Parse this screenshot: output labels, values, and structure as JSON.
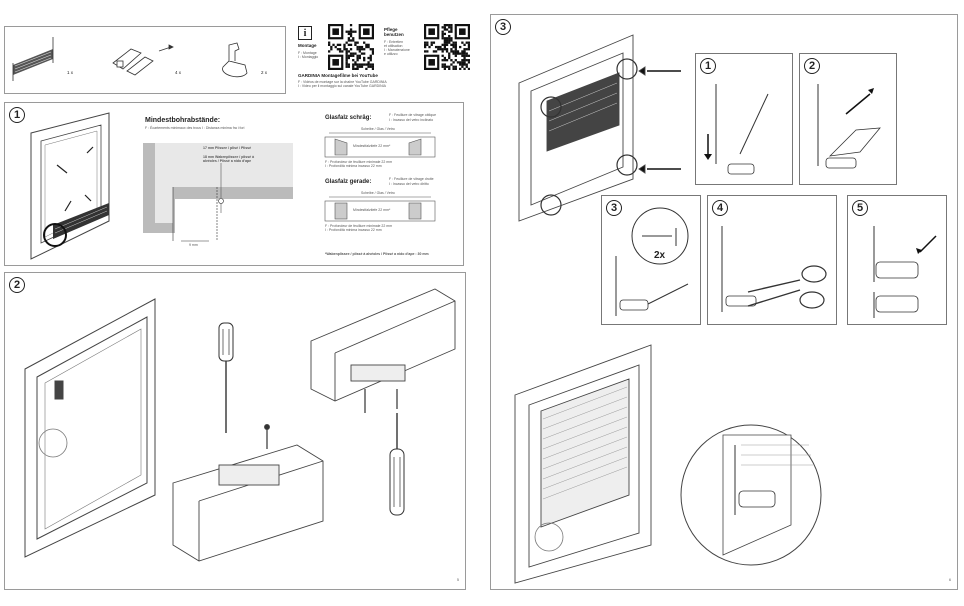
{
  "parts": {
    "blind_qty": "1 x",
    "clip_qty": "4 x",
    "bracket_qty": "2 x"
  },
  "info_block": {
    "montage_title": "Montage",
    "montage_lines": [
      "F : Montage",
      "I : Montaggio"
    ],
    "pflege_title": "Pflege",
    "pflege_title2": "benutzen",
    "pflege_lines": [
      "F : Entretien",
      "et utilisation",
      "I : Manutenzione",
      "e utilizzo"
    ],
    "youtube_title": "GARDINIA Montagefilme bei YouTube",
    "youtube_lines": [
      "F : Vidéos de montage sur la chaîne YouTube GARDINIA",
      "I : Video per il montaggio sul canale YouTube GARDINIA"
    ]
  },
  "step1": {
    "number": "1",
    "heading": "Mindestbohrabstände:",
    "heading_sub": "F : Écartements minimaux des trous   I : Distanza minima fra i fori",
    "note_a": "17 mm Plissee / plisé / Plissé",
    "note_b": "18 mm Wabenplissee / plissé à alvéoles / Plissé a nido d'ape",
    "dim_label": "9 mm",
    "glass_slanted_title": "Glasfalz schräg:",
    "glass_slanted_sub": [
      "F : Feuillure de vitrage oblique",
      "I : Incasso del vetro inclinato"
    ],
    "glass_straight_title": "Glasfalz gerade:",
    "glass_straight_sub": [
      "F : Feuillure de vitrage droite",
      "I : Incasso del vetro diritto"
    ],
    "box_label": "Scheibe / Glas / Vetro",
    "depth_label": "Mindestfalztiefe 22 mm*",
    "depth_sub": [
      "F : Profondeur de feuillure minimale 22 mm",
      "I : Profondità minima incasso 22 mm"
    ],
    "footnote": "*Wabenplissee / plissé à alvéoles / Plissé a nido d'ape : 30 mm"
  },
  "step2": {
    "number": "2"
  },
  "step3": {
    "number": "3",
    "sub_numbers": [
      "1",
      "2",
      "3",
      "4",
      "5"
    ],
    "twice_label": "2x"
  },
  "page_marks": {
    "left": "5",
    "right": "6"
  }
}
